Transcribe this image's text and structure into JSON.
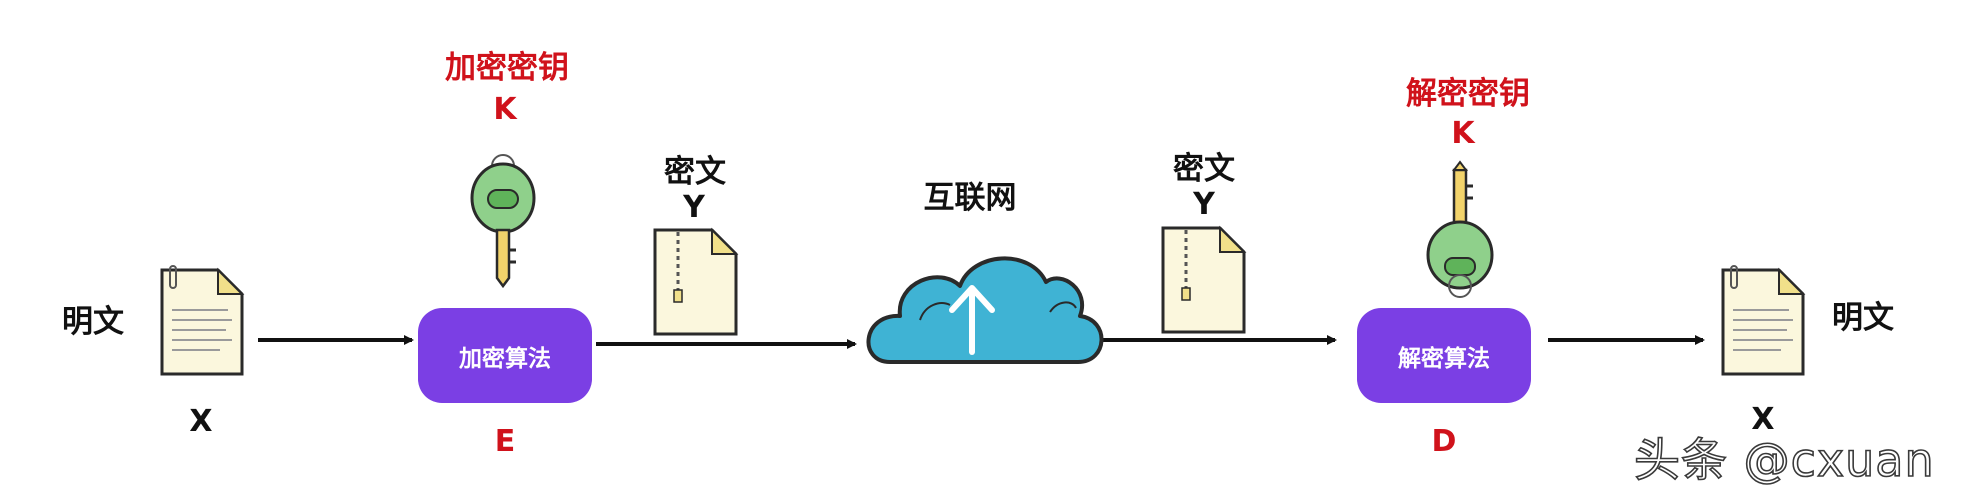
{
  "plaintext_label": "明文",
  "plaintext_symbol": "X",
  "encryption": {
    "key_title": "加密密钥",
    "key_symbol": "K",
    "algorithm": "加密算法",
    "algorithm_symbol": "E"
  },
  "ciphertext_label": "密文",
  "ciphertext_symbol": "Y",
  "network_label": "互联网",
  "decryption": {
    "key_title": "解密密钥",
    "key_symbol": "K",
    "algorithm": "解密算法",
    "algorithm_symbol": "D"
  },
  "watermark": "头条 @cxuan",
  "colors": {
    "accent_red": "#d0121b",
    "algorithm_box": "#7b3fe4",
    "cloud": "#3fb3d4",
    "key_head": "#8fd08b",
    "key_blade": "#f2d36b",
    "document": "#fbf7dd"
  }
}
